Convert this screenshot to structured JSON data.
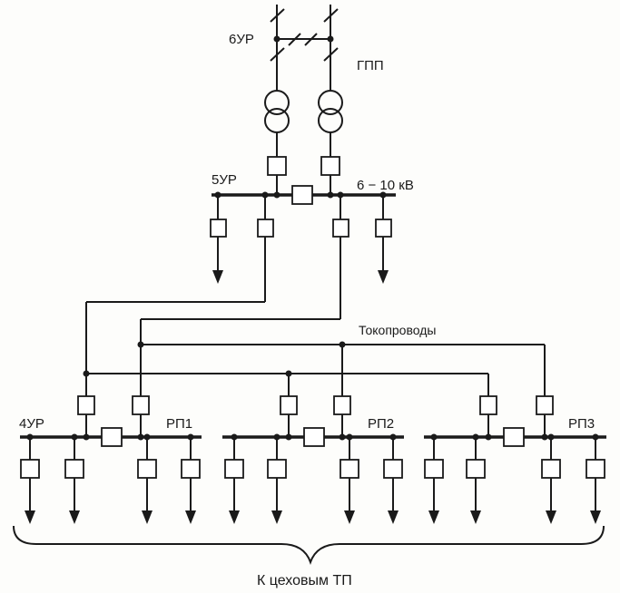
{
  "labels": {
    "level6": "6УР",
    "gpp": "ГПП",
    "level5": "5УР",
    "voltage": "6 − 10 кВ",
    "busducts": "Токопроводы",
    "level4": "4УР",
    "rp1": "РП1",
    "rp2": "РП2",
    "rp3": "РП3",
    "bottom": "К цеховым ТП"
  }
}
